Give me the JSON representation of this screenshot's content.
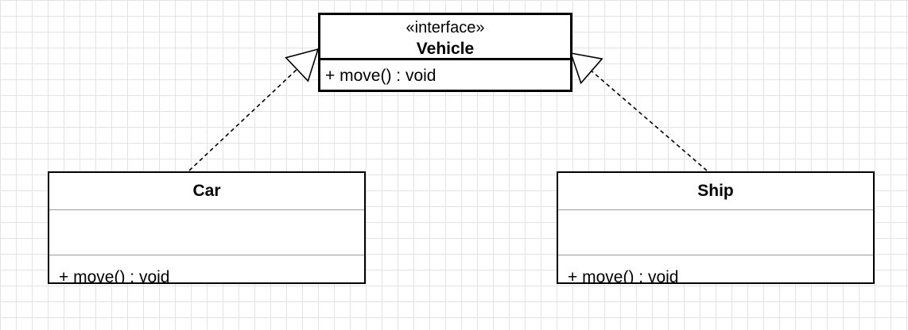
{
  "diagram": {
    "interface": {
      "stereotype": "«interface»",
      "name": "Vehicle",
      "operations": [
        "+ move() : void"
      ]
    },
    "classes": [
      {
        "name": "Car",
        "attributes": [],
        "operations": [
          "+ move() : void"
        ]
      },
      {
        "name": "Ship",
        "attributes": [],
        "operations": [
          "+ move() : void"
        ]
      }
    ],
    "relationships": [
      {
        "type": "realization",
        "from": "Car",
        "to": "Vehicle"
      },
      {
        "type": "realization",
        "from": "Ship",
        "to": "Vehicle"
      }
    ]
  }
}
